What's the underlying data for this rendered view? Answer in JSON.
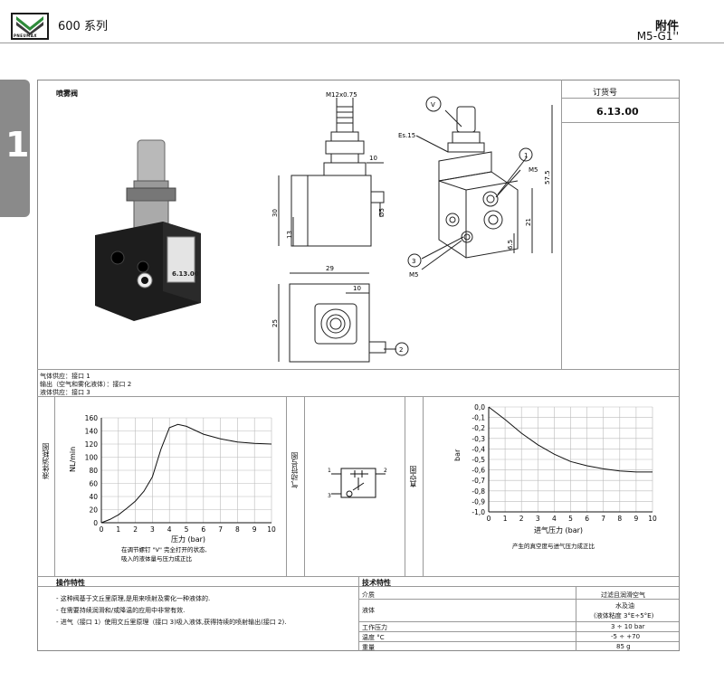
{
  "header": {
    "series": "600 系列",
    "category": "附件",
    "thread": "M5-G1''",
    "logo_text": "PNEUMAX",
    "tab_number": "1"
  },
  "section_title": "喷雾阀",
  "order": {
    "label": "订货号",
    "code": "6.13.00"
  },
  "drawing": {
    "thread_label": "M12x0.75",
    "hex_label": "Es.15",
    "dim_10a": "10",
    "dim_d5": "Ø5",
    "dim_30": "30",
    "dim_13": "13",
    "dim_29": "29",
    "dim_10b": "10",
    "dim_25": "25",
    "dim_575": "57.5",
    "dim_21": "21",
    "dim_65": "6.5",
    "port_m5a": "M5",
    "port_m5b": "M5",
    "callout_v": "V",
    "callout_1": "1",
    "callout_2": "2",
    "callout_3": "3",
    "photo_code": "6.13.00"
  },
  "ports": {
    "line1": "气体供应：接口 1",
    "line2": "输出（空气和雾化液体）：接口 2",
    "line3": "液体供应：接口 3"
  },
  "panels": {
    "flow_label": "液体消耗图",
    "pneumatic_label": "气动符号图",
    "vacuum_label": "真空图"
  },
  "flow_chart_caption": {
    "line1": "在调节螺钉 \"V\" 完全打开的状态,",
    "line2": "吸入的液体量与压力成正比"
  },
  "vacuum_chart_caption": "产生的真空度与进气压力成正比",
  "symbol": {
    "port1": "1",
    "port2": "2",
    "port3": "3"
  },
  "operation": {
    "title": "操作特性",
    "lines": [
      "- 这种阀基于文丘里原理,是用来喷射及雾化一种液体的.",
      "- 在需要持续润滑和/或降温的应用中非常有效.",
      "- 进气（接口 1）使用文丘里原理（接口 3)吸入液体,获得持续的喷射输出(接口 2)."
    ]
  },
  "technical": {
    "title": "技术特性",
    "rows": [
      {
        "label": "介质",
        "value": "过滤且润滑空气"
      },
      {
        "label": "液体",
        "value": "水及油"
      },
      {
        "label": "",
        "value": "(液体粘度 3°E÷5°E)"
      },
      {
        "label": "工作压力",
        "value": "3 ÷ 10 bar"
      },
      {
        "label": "温度 °C",
        "value": "-5 ÷ +70"
      },
      {
        "label": "重量",
        "value": "85 g"
      }
    ]
  },
  "chart_data": [
    {
      "type": "line",
      "title": "",
      "xlabel": "压力 (bar)",
      "ylabel": "NL/min",
      "xlim": [
        0,
        10
      ],
      "ylim": [
        0,
        160
      ],
      "x_ticks": [
        "0",
        "1",
        "2",
        "3",
        "4",
        "5",
        "6",
        "7",
        "8",
        "9",
        "10"
      ],
      "y_ticks": [
        "0",
        "20",
        "40",
        "60",
        "80",
        "100",
        "120",
        "140",
        "160"
      ],
      "grid": true,
      "series": [
        {
          "x": [
            0,
            0.5,
            1,
            1.5,
            2,
            2.5,
            3,
            3.5,
            4,
            4.5,
            5,
            6,
            7,
            8,
            9,
            10
          ],
          "y": [
            0,
            5,
            12,
            22,
            33,
            48,
            70,
            112,
            145,
            150,
            147,
            135,
            128,
            123,
            121,
            120
          ]
        }
      ]
    },
    {
      "type": "line",
      "title": "",
      "xlabel": "进气压力 (bar)",
      "ylabel": "bar",
      "xlim": [
        0,
        10
      ],
      "ylim": [
        -1.0,
        0.0
      ],
      "x_ticks": [
        "0",
        "1",
        "2",
        "3",
        "4",
        "5",
        "6",
        "7",
        "8",
        "9",
        "10"
      ],
      "y_ticks": [
        "0,0",
        "-0,1",
        "-0,2",
        "-0,3",
        "-0,4",
        "-0,5",
        "-0,6",
        "-0,7",
        "-0,8",
        "-0,9",
        "-1,0"
      ],
      "grid": true,
      "series": [
        {
          "x": [
            0,
            1,
            2,
            3,
            4,
            5,
            6,
            7,
            8,
            9,
            10
          ],
          "y": [
            0.0,
            -0.12,
            -0.25,
            -0.36,
            -0.45,
            -0.52,
            -0.56,
            -0.59,
            -0.61,
            -0.62,
            -0.62
          ]
        }
      ]
    }
  ]
}
